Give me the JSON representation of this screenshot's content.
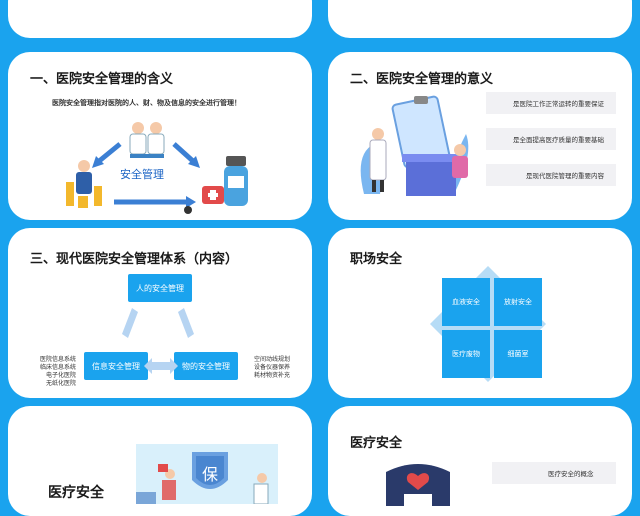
{
  "slide1": {
    "title": "一、医院安全管理的含义",
    "subtitle": "医院安全管理指对医院的人、财、物及信息的安全进行管理！",
    "center_label": "安全管理"
  },
  "slide2": {
    "title": "二、医院安全管理的意义",
    "items": [
      "是医院工作正常运转的重要保证",
      "是全面提高医疗质量的重要基础",
      "是现代医院管理的重要内容"
    ]
  },
  "slide3": {
    "title": "三、现代医院安全管理体系（内容）",
    "top_box": "人的安全管理",
    "left_box": "信息安全管理",
    "right_box": "物的安全管理",
    "left_list": [
      "医院信息系统",
      "临床信息系统",
      "电子化医院",
      "无纸化医院"
    ],
    "right_list": [
      "空间动线规划",
      "设备仪器保养",
      "耗材物资补充"
    ]
  },
  "slide4": {
    "title": "职场安全",
    "items": [
      "血液安全",
      "放射安全",
      "医疗废物",
      "细菌室"
    ]
  },
  "slide5": {
    "title": "医疗安全",
    "shield_char": "保"
  },
  "slide6": {
    "title": "医疗安全",
    "item": "医疗安全的概念"
  },
  "colors": {
    "background": "#1aa3ee",
    "card": "#ffffff",
    "accent": "#1aa3ee"
  }
}
